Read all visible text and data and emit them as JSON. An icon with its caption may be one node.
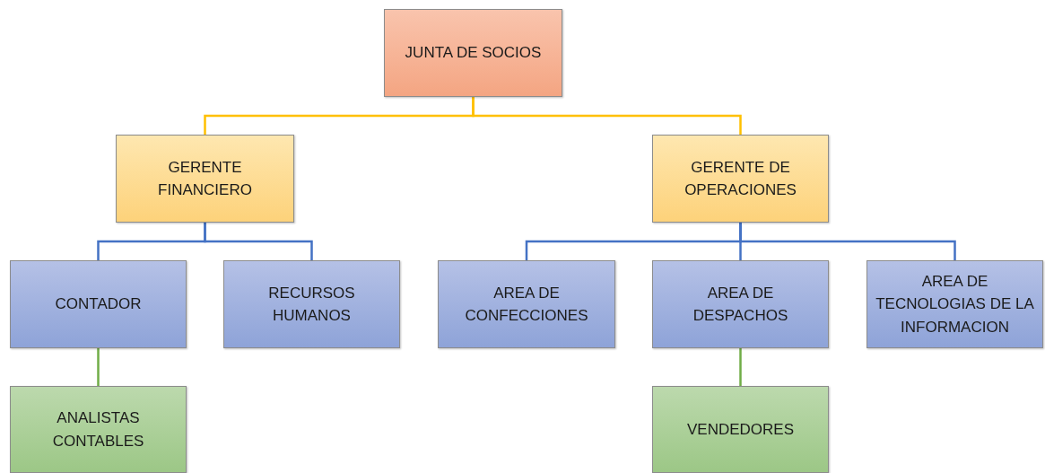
{
  "diagram": {
    "nodes": [
      {
        "text": [
          "JUNTA DE SOCIOS"
        ]
      },
      {
        "text": [
          "GERENTE FINANCIERO"
        ]
      },
      {
        "text": [
          "GERENTE DE OPERACIONES"
        ]
      },
      {
        "text": [
          "CONTADOR"
        ]
      },
      {
        "text": [
          "RECURSOS HUMANOS"
        ]
      },
      {
        "text": [
          "AREA DE CONFECCIONES"
        ]
      },
      {
        "text": [
          "AREA DE DESPACHOS"
        ]
      },
      {
        "text": [
          "AREA DE TECNOLOGIAS DE LA INFORMACION"
        ]
      },
      {
        "text": [
          "ANALISTAS CONTABLES"
        ]
      },
      {
        "text": [
          "VENDEDORES"
        ]
      }
    ],
    "edges": [
      {
        "from": 0,
        "to": 1,
        "arrow": "none",
        "color": "#ffc000"
      },
      {
        "from": 0,
        "to": 2,
        "arrow": "none",
        "color": "#ffc000"
      },
      {
        "from": 1,
        "to": 3,
        "arrow": "none"
      },
      {
        "from": 1,
        "to": 4,
        "arrow": "none"
      },
      {
        "from": 2,
        "to": 5,
        "arrow": "none"
      },
      {
        "from": 2,
        "to": 6,
        "arrow": "none"
      },
      {
        "from": 2,
        "to": 7,
        "arrow": "none"
      },
      {
        "from": 3,
        "to": 8,
        "arrow": "none",
        "color": "#70ad47"
      },
      {
        "from": 6,
        "to": 9,
        "arrow": "none",
        "color": "#70ad47"
      }
    ]
  }
}
